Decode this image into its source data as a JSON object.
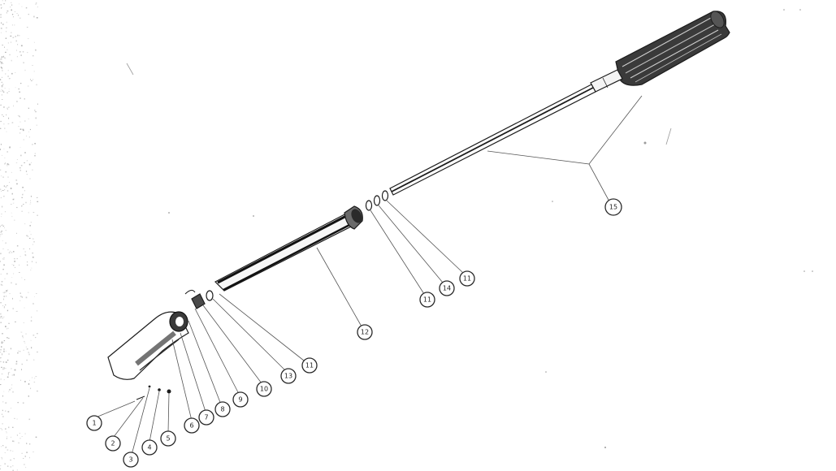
{
  "diagram": {
    "callouts": [
      {
        "id": "c1",
        "label": "1"
      },
      {
        "id": "c2",
        "label": "2"
      },
      {
        "id": "c3",
        "label": "3"
      },
      {
        "id": "c4",
        "label": "4"
      },
      {
        "id": "c5",
        "label": "5"
      },
      {
        "id": "c6",
        "label": "6"
      },
      {
        "id": "c7",
        "label": "7"
      },
      {
        "id": "c8",
        "label": "8"
      },
      {
        "id": "c9",
        "label": "9"
      },
      {
        "id": "c10",
        "label": "10"
      },
      {
        "id": "c11a",
        "label": "11"
      },
      {
        "id": "c12",
        "label": "12"
      },
      {
        "id": "c13",
        "label": "13"
      },
      {
        "id": "c11b",
        "label": "11"
      },
      {
        "id": "c14",
        "label": "14"
      },
      {
        "id": "c11c",
        "label": "11"
      },
      {
        "id": "c15",
        "label": "15"
      }
    ]
  }
}
